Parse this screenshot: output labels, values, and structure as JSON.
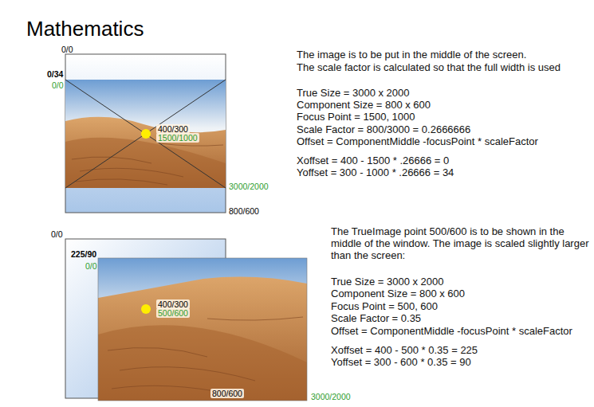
{
  "diagram": {
    "title": "Mathematics",
    "labels": [
      "0/0",
      "0/34",
      "0/0",
      "400/300",
      "1500/1000",
      "3000/2000",
      "800/600",
      "The image is to be put in the middle of the screen.",
      "The scale factor is calculated so that the full width is used",
      "True Size = 3000 x 2000",
      "Component Size = 800 x 600",
      "Focus Point = 1500, 1000",
      "Scale Factor = 800/3000 = 0.2666666",
      "Offset = ComponentMiddle -focusPoint * scaleFactor",
      "Xoffset = 400 - 1500 * .26666 = 0",
      "Yoffset = 300 - 1000 * .26666 = 34",
      "0/0",
      "225/90",
      "0/0",
      "400/300",
      "500/600",
      "800/600",
      "3000/2000",
      "The TrueImage point 500/600 is to be shown in the middle of the window. The image is scaled slightly larger than the screen:",
      "True Size = 3000 x 2000",
      "Component Size = 800 x 600",
      "Focus Point = 500, 600",
      "Scale Factor = 0.35",
      "Offset = ComponentMiddle -focusPoint * scaleFactor",
      "Xoffset = 400 - 500 * 0.35 = 225",
      "Yoffset = 300 - 600 * 0.35 = 90"
    ]
  }
}
